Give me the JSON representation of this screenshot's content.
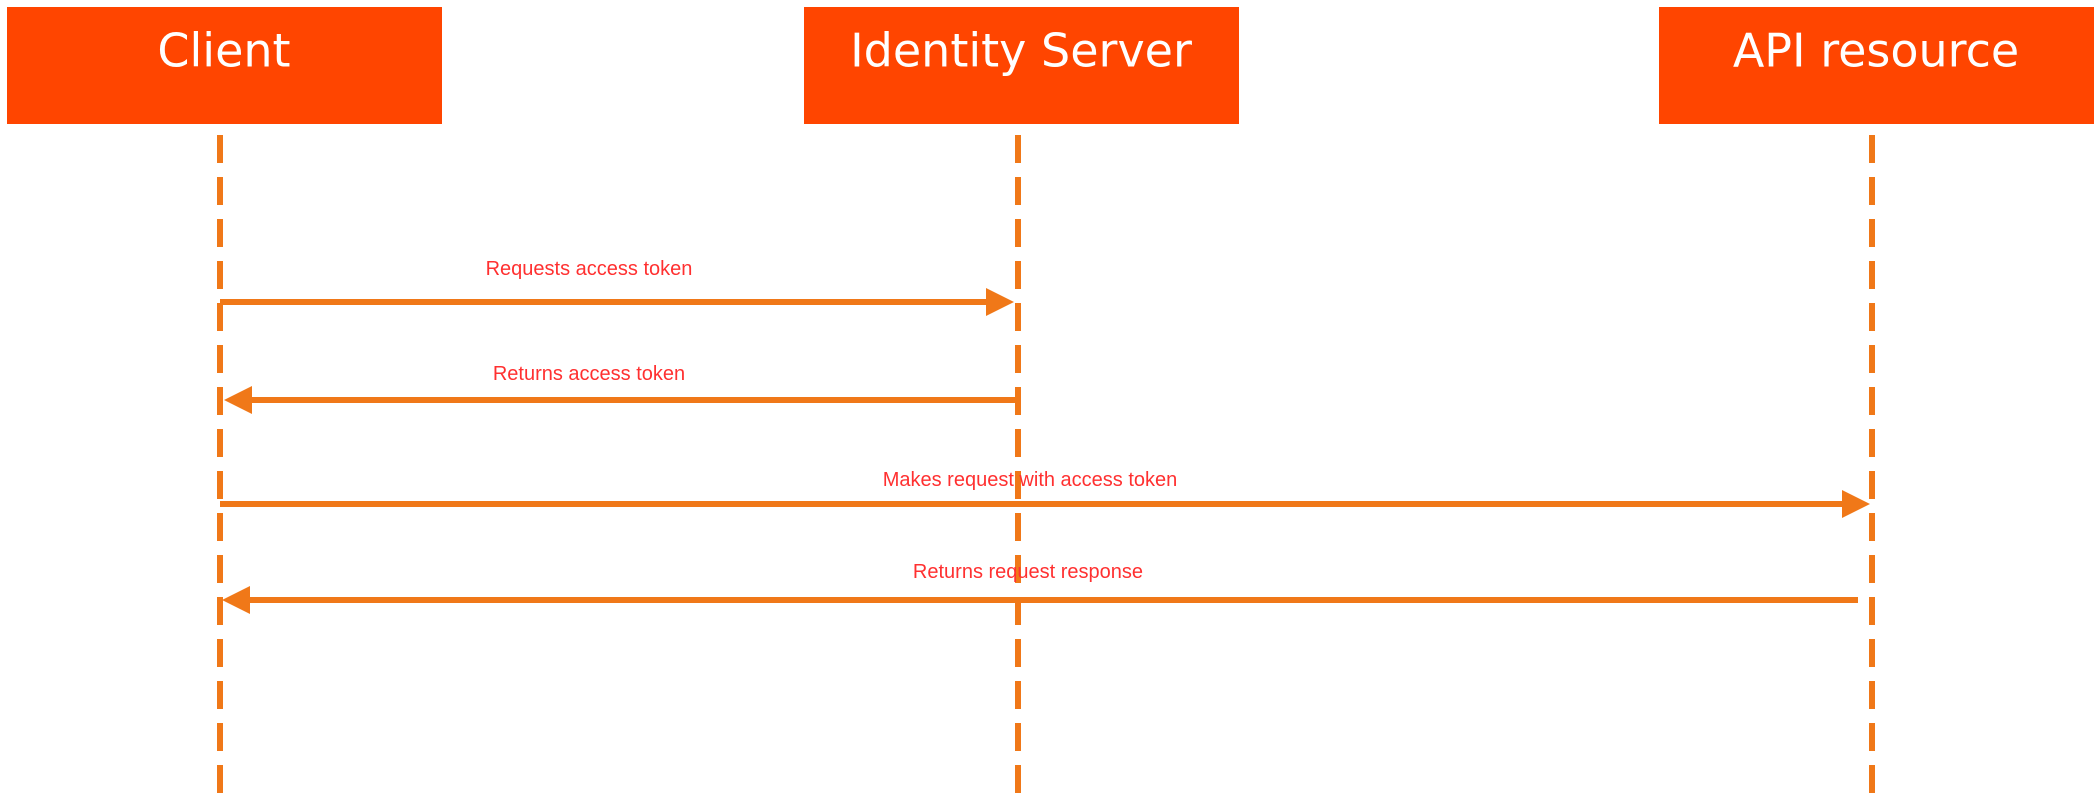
{
  "actors": [
    {
      "id": "client",
      "label": "Client"
    },
    {
      "id": "identity",
      "label": "Identity Server"
    },
    {
      "id": "api",
      "label": "API resource"
    }
  ],
  "messages": [
    {
      "from": "client",
      "to": "identity",
      "label": "Requests access token"
    },
    {
      "from": "identity",
      "to": "client",
      "label": "Returns access token"
    },
    {
      "from": "client",
      "to": "api",
      "label": "Makes request with access token"
    },
    {
      "from": "api",
      "to": "client",
      "label": "Returns request response"
    }
  ],
  "colors": {
    "actor_fill": "#ff4500",
    "actor_text": "#ffffff",
    "line": "#f07818",
    "message_text": "#ff3030"
  }
}
